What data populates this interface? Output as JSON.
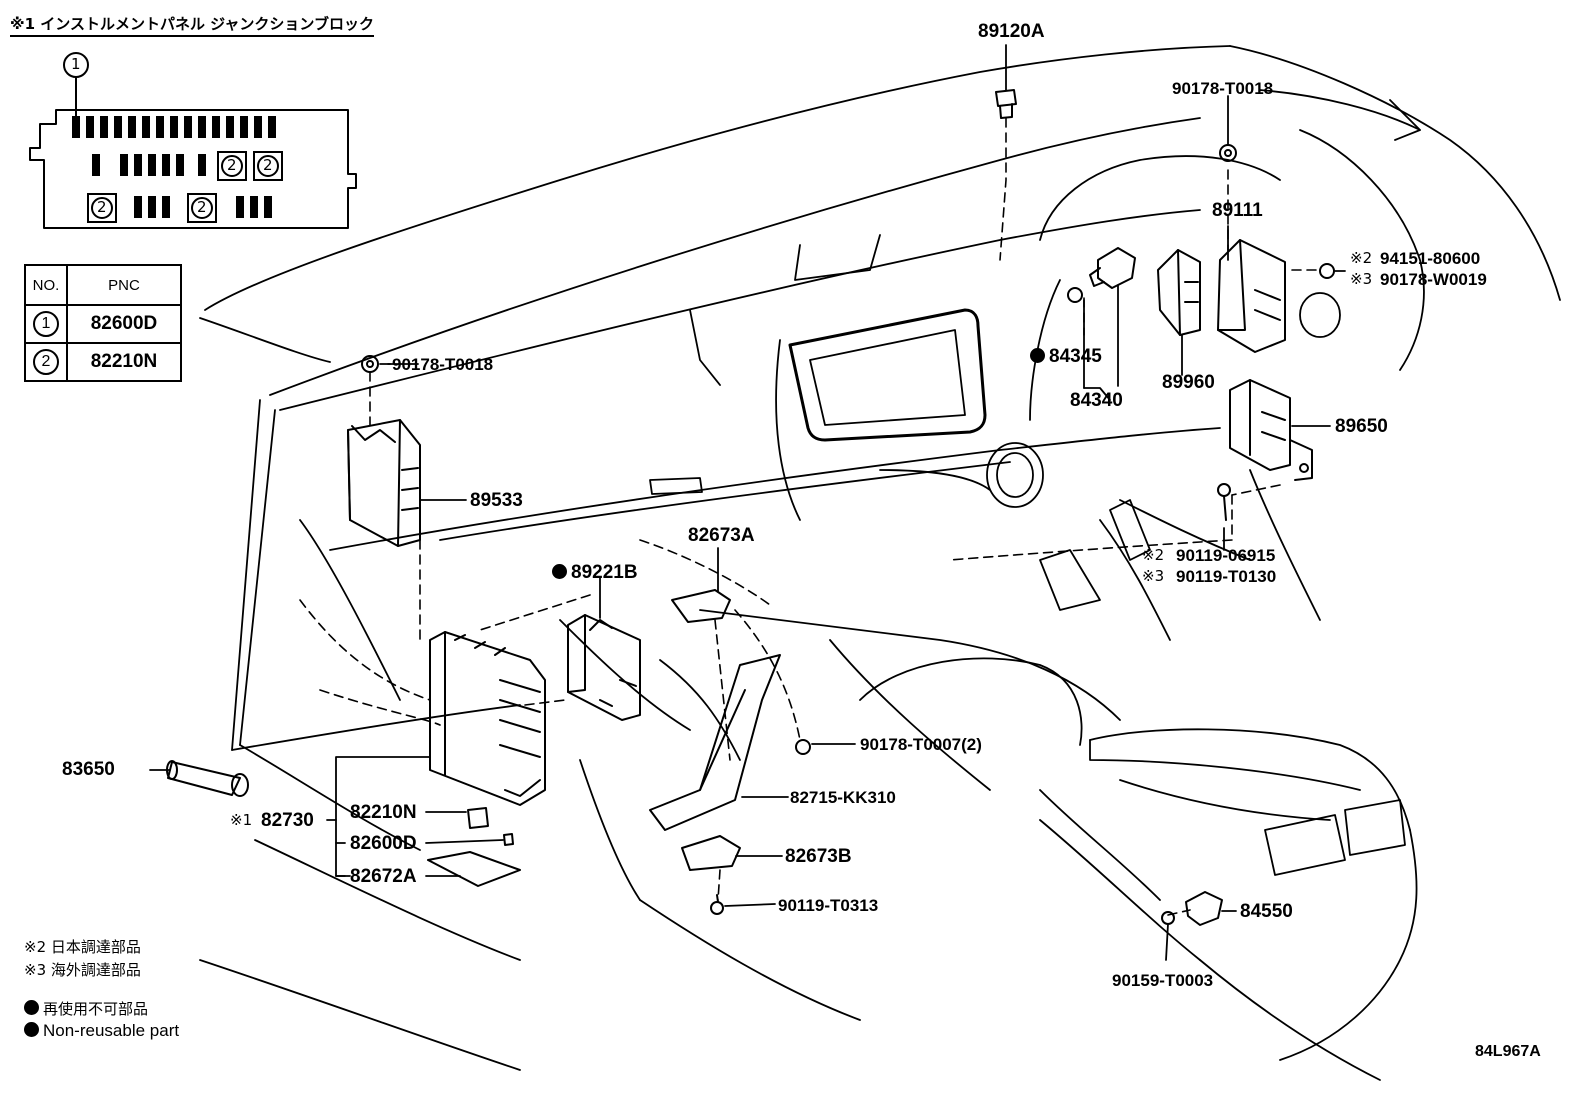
{
  "header": {
    "title": "※1 インストルメントパネル ジャンクションブロック"
  },
  "inset": {
    "callout_1": "1",
    "callout_2": "2"
  },
  "pnc_table": {
    "headers": [
      "NO.",
      "PNC"
    ],
    "rows": [
      {
        "no": "1",
        "pnc": "82600D"
      },
      {
        "no": "2",
        "pnc": "82210N"
      }
    ]
  },
  "parts": {
    "p89120A": "89120A",
    "p90178_T0018_top": "90178-T0018",
    "p89111": "89111",
    "p94151": "94151-80600",
    "p90178_W0019": "90178-W0019",
    "mark2": "※2",
    "mark3": "※3",
    "p84345": "84345",
    "p84340": "84340",
    "p89960": "89960",
    "p89650": "89650",
    "p90178_T0018_left": "90178-T0018",
    "p89533": "89533",
    "p89221B": "89221B",
    "p82673A": "82673A",
    "p90119_06915": "90119-06915",
    "p90119_T0130": "90119-T0130",
    "p90178_T0007": "90178-T0007(2)",
    "p83650": "83650",
    "mark1": "※1",
    "p82730": "82730",
    "p82210N": "82210N",
    "p82600D": "82600D",
    "p82672A": "82672A",
    "p82715": "82715-KK310",
    "p82673B": "82673B",
    "p90119_T0313": "90119-T0313",
    "p84550": "84550",
    "p90159_T0003": "90159-T0003"
  },
  "legend": {
    "note2": "※2 日本調達部品",
    "note3": "※3 海外調達部品",
    "nonreuse_jp": "再使用不可部品",
    "nonreuse_en": "Non-reusable part"
  },
  "diagram_code": "84L967A"
}
